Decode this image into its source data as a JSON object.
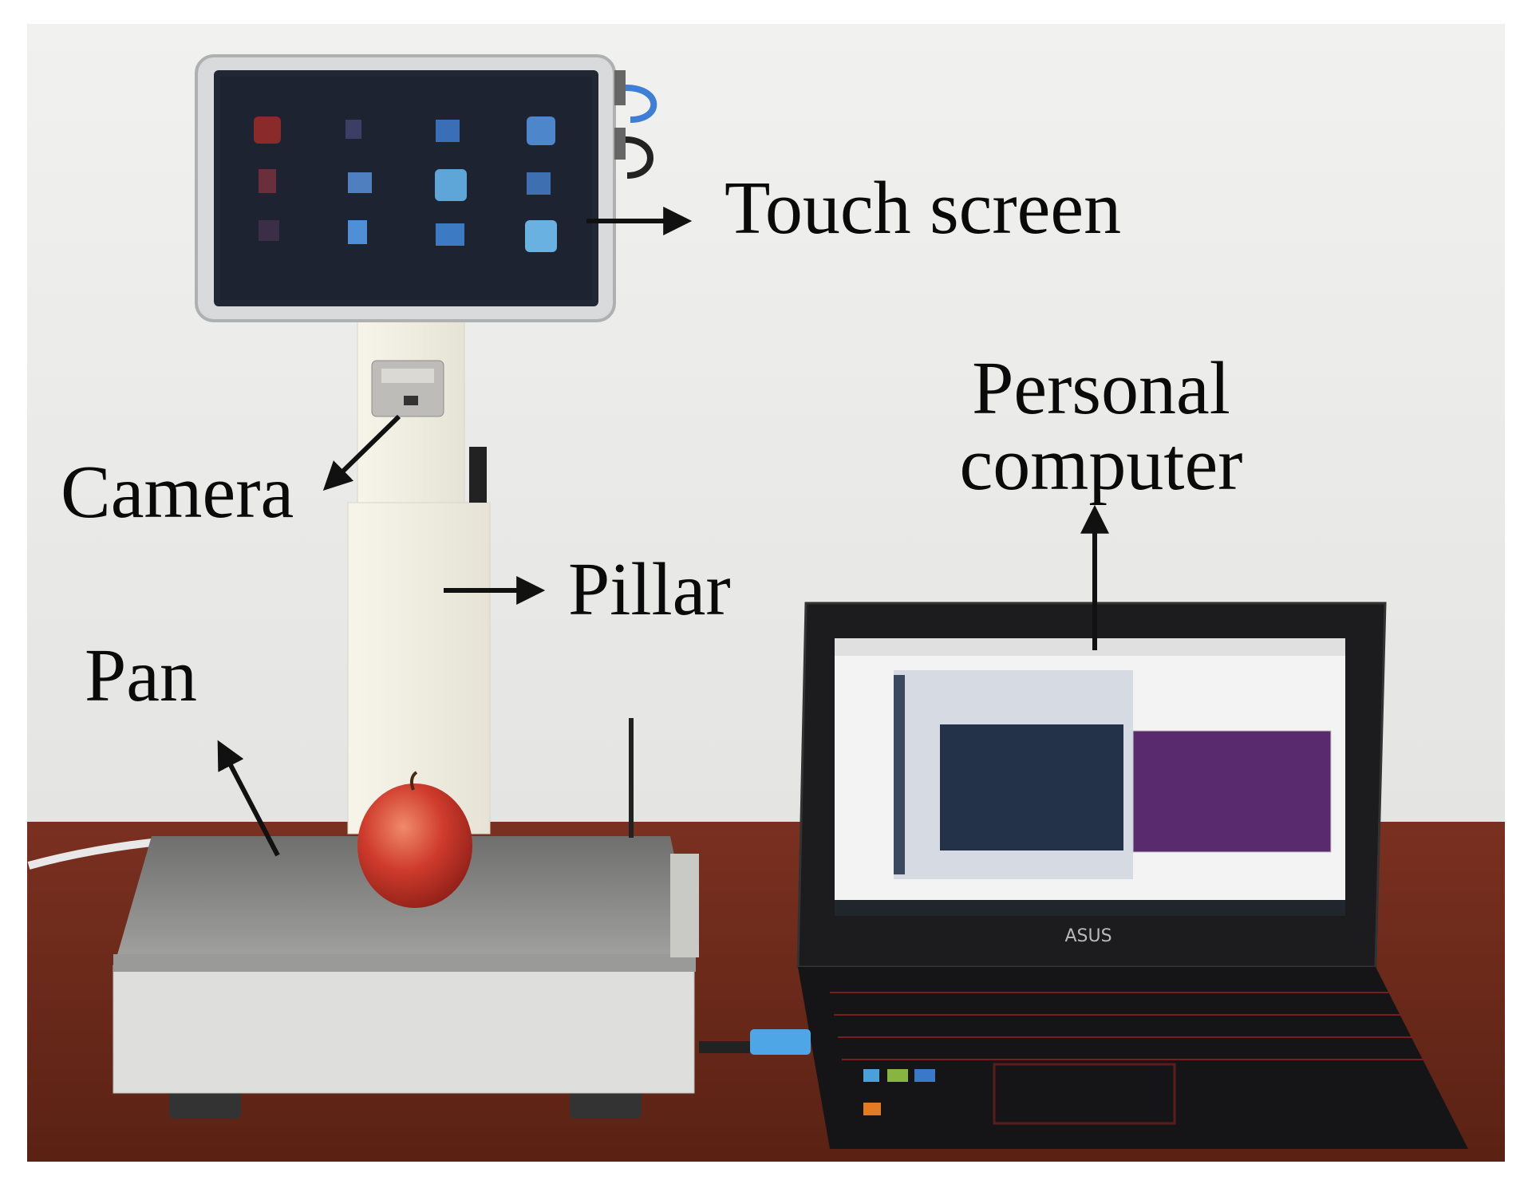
{
  "labels": {
    "touch_screen": "Touch screen",
    "personal_computer_line1": "Personal",
    "personal_computer_line2": "computer",
    "camera": "Camera",
    "pillar": "Pillar",
    "pan": "Pan"
  },
  "laptop": {
    "brand": "ASUS"
  },
  "colors": {
    "wall": "#e9e9e7",
    "desk": "#6e2a1a",
    "apple": "#c8352a",
    "scale_body": "#e2e2e0",
    "pan_top": "#8f8f8d",
    "laptop_body": "#1b1b1d",
    "terminal_purple": "#5a2a6e",
    "arrow": "#111111"
  }
}
